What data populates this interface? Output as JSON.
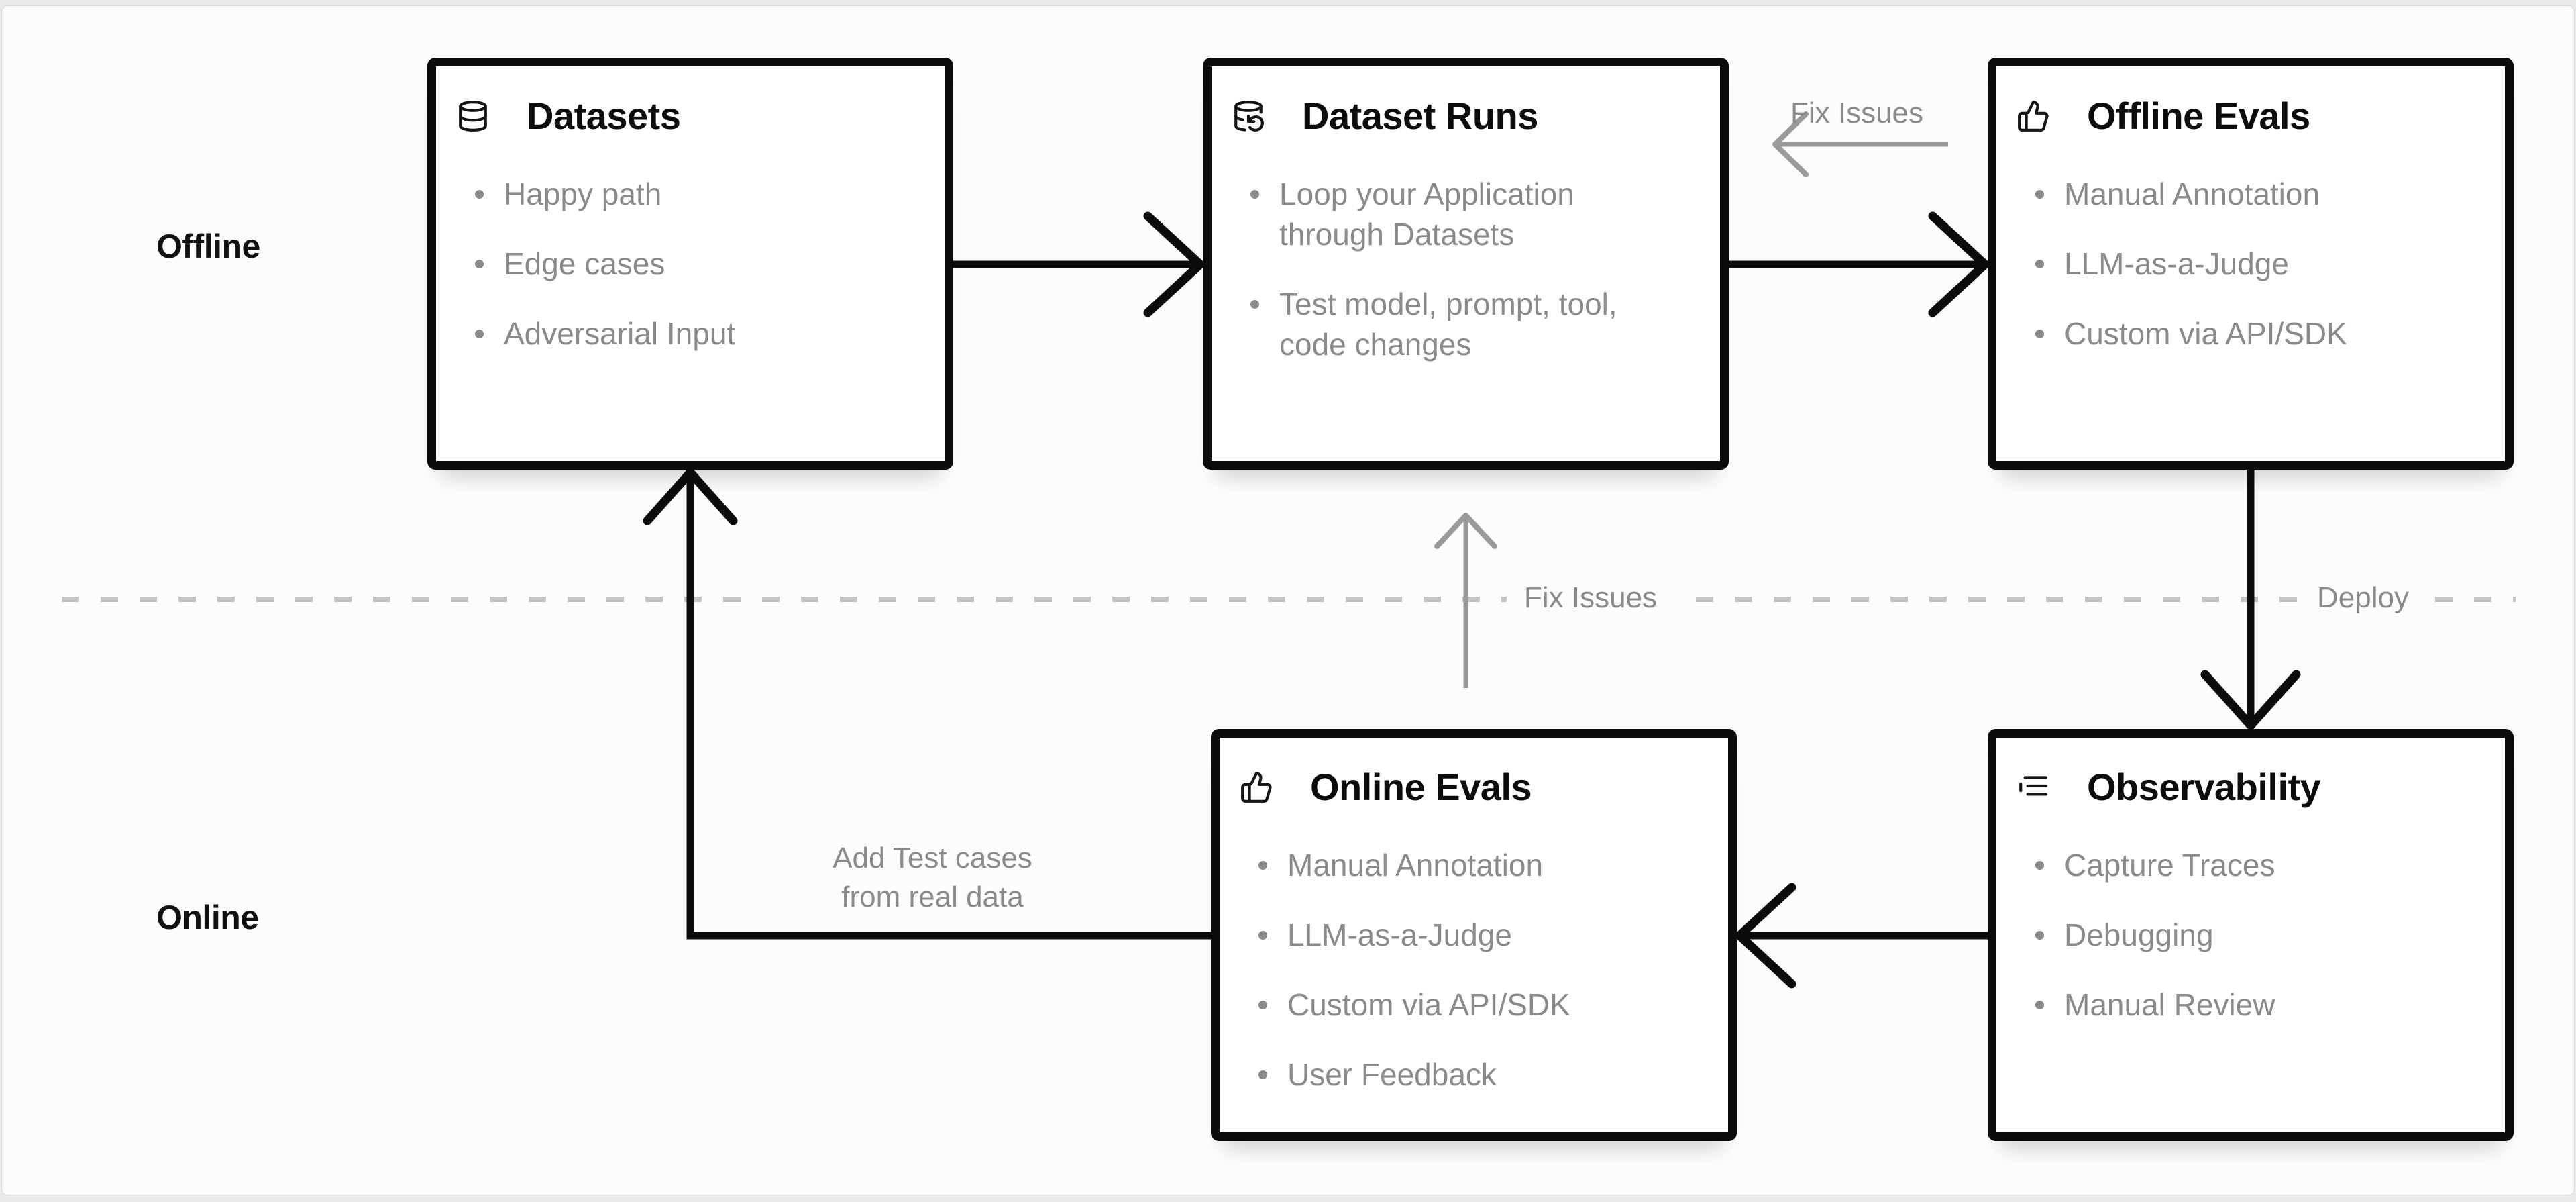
{
  "frame": {
    "outer_background": "#e9e9e9",
    "card_background": "#fcfcfc",
    "card_border": "#d9d9d9"
  },
  "colors": {
    "node_border": "#0b0b0b",
    "title_text": "#0d0d0d",
    "bullet_text": "#8a8a8a",
    "gray_label": "#8a8a8a",
    "gray_arrow": "#9a9a9a",
    "dashed_divider": "#c4c4c4",
    "black_arrow": "#0c0c0c"
  },
  "lanes": {
    "offline": "Offline",
    "online": "Online"
  },
  "boxes": [
    {
      "id": "datasets",
      "icon": "database-icon",
      "title": "Datasets",
      "bullets": [
        "Happy path",
        "Edge cases",
        "Adversarial Input"
      ]
    },
    {
      "id": "dataset-runs",
      "icon": "database-refresh-icon",
      "title": "Dataset Runs",
      "bullets": [
        "Loop your Application\nthrough Datasets",
        "Test model, prompt, tool,\ncode changes"
      ]
    },
    {
      "id": "offline-evals",
      "icon": "thumbs-up-icon",
      "title": "Offline Evals",
      "bullets": [
        "Manual Annotation",
        "LLM-as-a-Judge",
        "Custom via API/SDK"
      ]
    },
    {
      "id": "online-evals",
      "icon": "thumbs-up-icon",
      "title": "Online Evals",
      "bullets": [
        "Manual Annotation",
        "LLM-as-a-Judge",
        "Custom via API/SDK",
        "User Feedback"
      ]
    },
    {
      "id": "observability",
      "icon": "trace-list-icon",
      "title": "Observability",
      "bullets": [
        "Capture Traces",
        "Debugging",
        "Manual Review"
      ]
    }
  ],
  "edge_labels": {
    "fix_issues_top": "Fix Issues",
    "fix_issues_middle": "Fix Issues",
    "deploy": "Deploy",
    "add_test_cases": "Add Test cases\nfrom real data"
  }
}
